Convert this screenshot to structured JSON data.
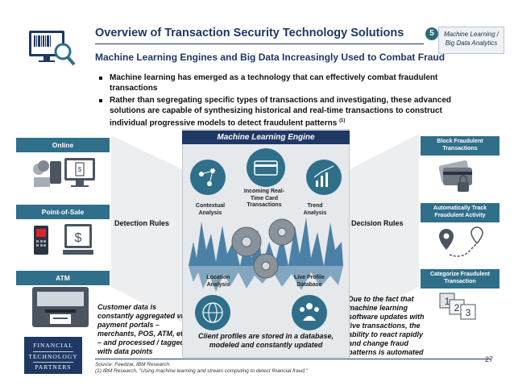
{
  "header": {
    "title": "Overview of Transaction Security Technology Solutions",
    "subtitle": "Machine Learning Engines and Big Data Increasingly Used to Combat Fraud",
    "step_number": "5",
    "tag_text": "Machine Learning / Big Data Analytics"
  },
  "bullets": [
    {
      "text": "Machine learning has emerged as a technology that can effectively combat fraudulent transactions",
      "footnote": ""
    },
    {
      "text": "Rather than segregating specific types of transactions and investigating, these advanced solutions are capable of synthesizing historical and real-time transactions to construct individual progressive models to detect fraudulent patterns",
      "footnote": "(1)"
    }
  ],
  "channels": {
    "online": "Online",
    "pos": "Point-of-Sale",
    "atm": "ATM"
  },
  "rules": {
    "detection": "Detection Rules",
    "decision": "Decision Rules"
  },
  "engine": {
    "title": "Machine Learning Engine",
    "contextual": "Contextual Analysis",
    "card": "Incoming Real-Time Card Transactions",
    "trend": "Trend Analysis",
    "location": "Location Analysis",
    "profile": "Live Profile Database",
    "caption": "Client profiles are stored in a database, modeled and constantly updated"
  },
  "actions": {
    "block": "Block Fraudulent Transactions",
    "track": "Automatically Track Fraudulent Activity",
    "categorize": "Categorize Fraudulent Transaction"
  },
  "notes": {
    "left": "Customer data is constantly aggregated via payment portals – merchants, POS, ATM, etc. – and processed / tagged with data points",
    "right": "Due to the fact that machine learning software updates with live transactions, the ability to react rapidly and change fraud patterns is automated"
  },
  "footer": {
    "brand_line1": "FINANCIAL",
    "brand_line2": "TECHNOLOGY",
    "brand_line3": "PARTNERS",
    "source": "Source: Feedzai, IBM Research.",
    "footnote": "(1)     IBM Research, \"Using machine learning and stream computing to detect financial fraud.\"",
    "page_number": "27"
  },
  "colors": {
    "navy": "#1f3864",
    "teal": "#2f6f8a",
    "badge": "#2f6a7a"
  }
}
